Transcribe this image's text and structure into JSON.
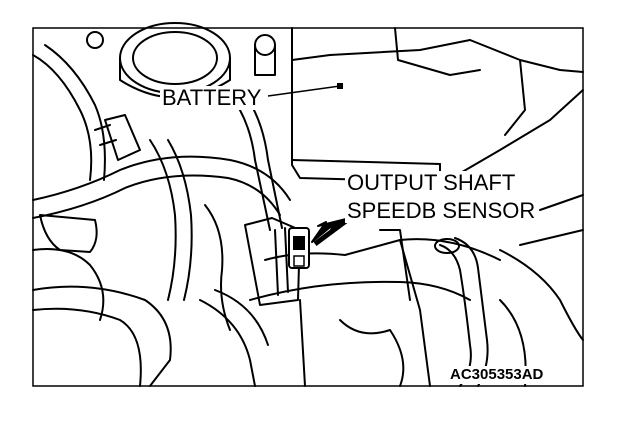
{
  "labels": {
    "battery": "BATTERY",
    "sensor_line1": "OUTPUT SHAFT",
    "sensor_line2": "SPEEDB SENSOR",
    "code": "AC305353AD"
  },
  "colors": {
    "ink": "#000000",
    "paper": "#ffffff"
  }
}
